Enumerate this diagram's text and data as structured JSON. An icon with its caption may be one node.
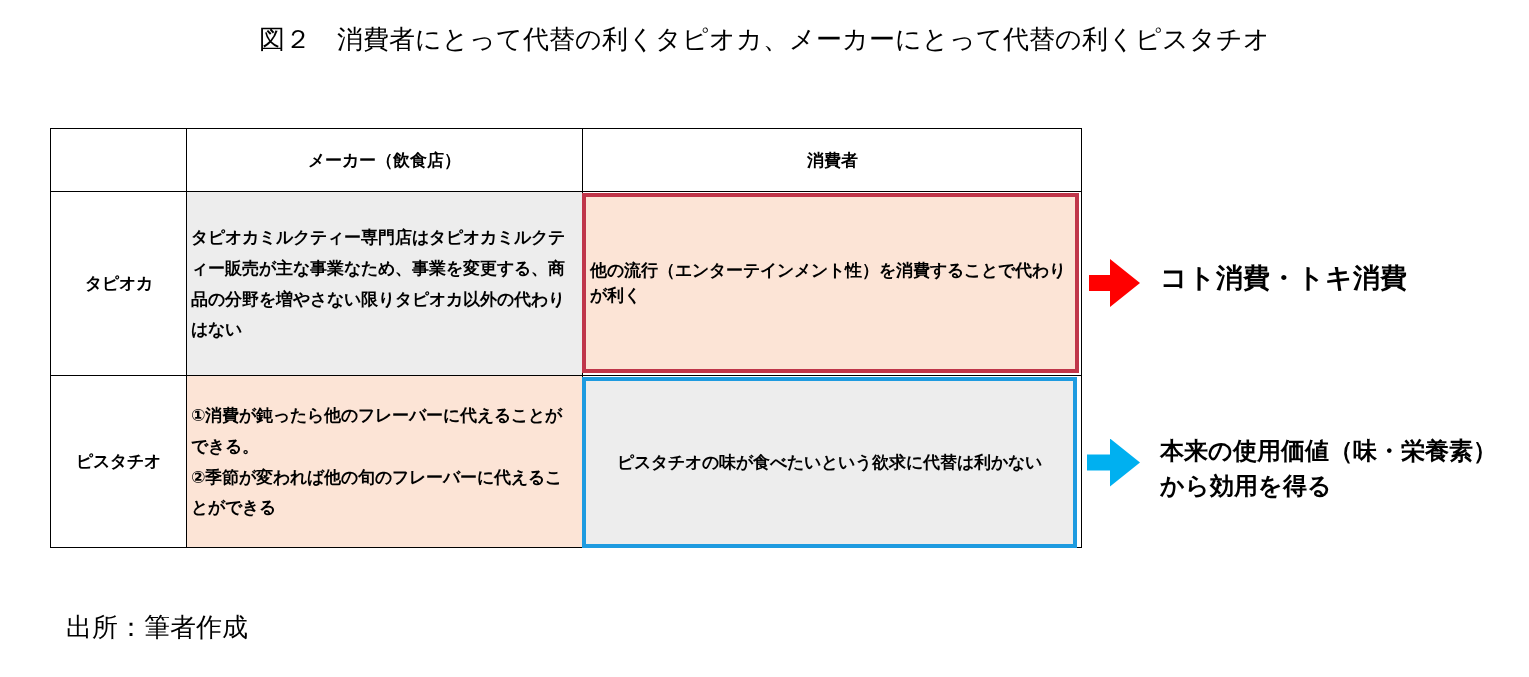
{
  "diagram": {
    "title": "図２　消費者にとって代替の利くタピオカ、メーカーにとって代替の利くピスタチオ",
    "caption": "出所：筆者作成",
    "nodes": [
      {
        "text": [
          "他の流行（エンターテインメント性）を消費することで代わりが利く"
        ]
      },
      {
        "text": [
          "コト消費・トキ消費"
        ]
      },
      {
        "text": [
          "ピスタチオの味が食べたいという欲求に代替は利かない"
        ]
      },
      {
        "text": [
          "本来の使用価値（味・栄養素）から効用を得る"
        ]
      }
    ],
    "edges": [
      {
        "from": 0,
        "to": 1,
        "arrow": "to",
        "color": "#ff0000"
      },
      {
        "from": 2,
        "to": 3,
        "arrow": "to",
        "color": "#00b0f0"
      }
    ],
    "labels": [
      "メーカー（飲食店）",
      "消費者",
      "タピオカ",
      "タピオカミルクティー専門店はタピオカミルクティー販売が主な事業なため、事業を変更する、商品の分野を増やさない限りタピオカ以外の代わりはない",
      "ピスタチオ",
      "①消費が鈍ったら他のフレーバーに代えることができる。",
      "②季節が変われば他の旬のフレーバーに代えることができる"
    ]
  }
}
